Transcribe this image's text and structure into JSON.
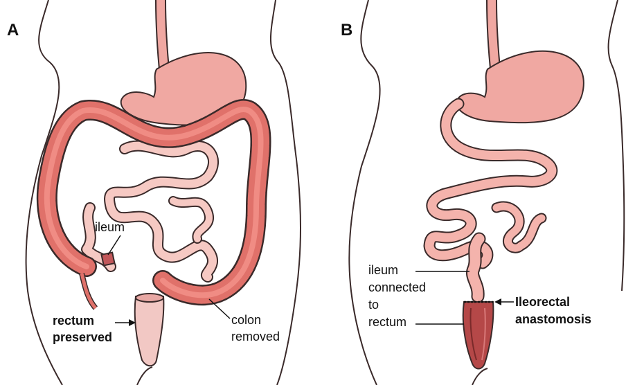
{
  "panel_a": {
    "letter": "A",
    "labels": {
      "ileum": "ileum",
      "rectum_line1": "rectum",
      "rectum_line2": "preserved",
      "colon_line1": "colon",
      "colon_line2": "removed"
    }
  },
  "panel_b": {
    "letter": "B",
    "labels": {
      "ileum_line1": "ileum",
      "ileum_line2": "connected",
      "ileum_line3": "to",
      "ileum_line4": "rectum",
      "anastomosis_line1": "Ileorectal",
      "anastomosis_line2": "anastomosis"
    }
  },
  "colors": {
    "outline": "#3a2a2a",
    "stomach": "#f0a8a2",
    "colon": "#e0716a",
    "small_intestine": "#f4bcb6",
    "rectum_a": "#f2c8c4",
    "rectum_b": "#b54848"
  }
}
